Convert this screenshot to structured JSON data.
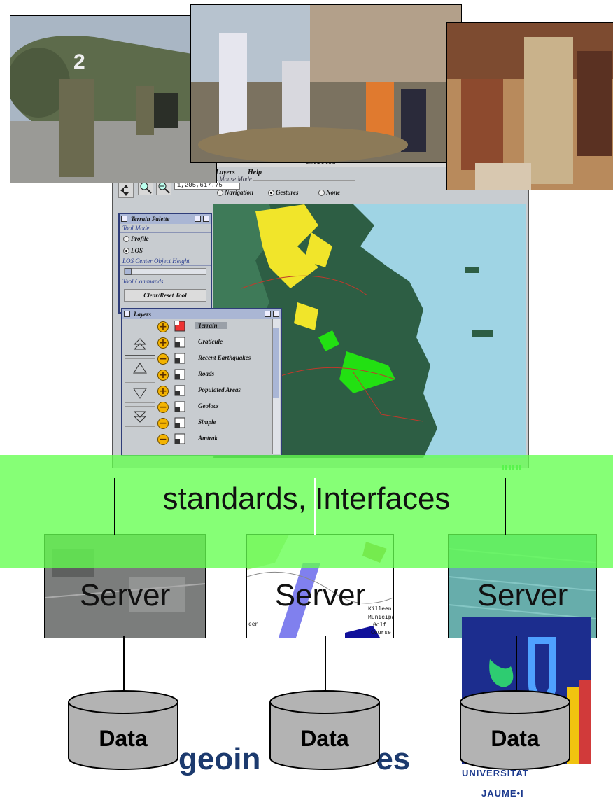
{
  "gis_window": {
    "title": "Untitled",
    "menu": [
      "Layers",
      "Help"
    ],
    "coordinate_readout": "1,205,617.75",
    "mouse_mode": {
      "legend": "Mouse Mode",
      "options": [
        "Navigation",
        "Gestures",
        "None"
      ],
      "selected": "Gestures"
    }
  },
  "terrain_palette": {
    "title": "Terrain Palette",
    "tool_mode_label": "Tool Mode",
    "tool_modes": [
      "Profile",
      "LOS"
    ],
    "selected_mode": "LOS",
    "los_height_label": "LOS Center Object Height",
    "tool_commands_label": "Tool Commands",
    "clear_button": "Clear/Reset Tool"
  },
  "layers_palette": {
    "title": "Layers",
    "layers": [
      {
        "name": "Terrain",
        "toggle": "+",
        "selected": true
      },
      {
        "name": "Graticule",
        "toggle": "+"
      },
      {
        "name": "Recent Earthquakes",
        "toggle": "−"
      },
      {
        "name": "Roads",
        "toggle": "+"
      },
      {
        "name": "Populated Areas",
        "toggle": "+"
      },
      {
        "name": "Geolocs",
        "toggle": "−"
      },
      {
        "name": "Simple",
        "toggle": "−"
      },
      {
        "name": "Amtrak",
        "toggle": "−"
      }
    ]
  },
  "diagram": {
    "band_label": "standards, Interfaces",
    "server_label": "Server",
    "data_label": "Data",
    "background_text_left": "geoin",
    "background_text_right": "es",
    "logo_text_1": "UNIVERSITAT",
    "logo_text_2": "JAUME•I",
    "map_labels": [
      "Killeen",
      "Municipa",
      "Golf",
      "Course",
      "een"
    ]
  },
  "colors": {
    "band_green": "#64ff50",
    "title_blue": "#1c3a6e",
    "window_gray": "#c8ccd0"
  }
}
